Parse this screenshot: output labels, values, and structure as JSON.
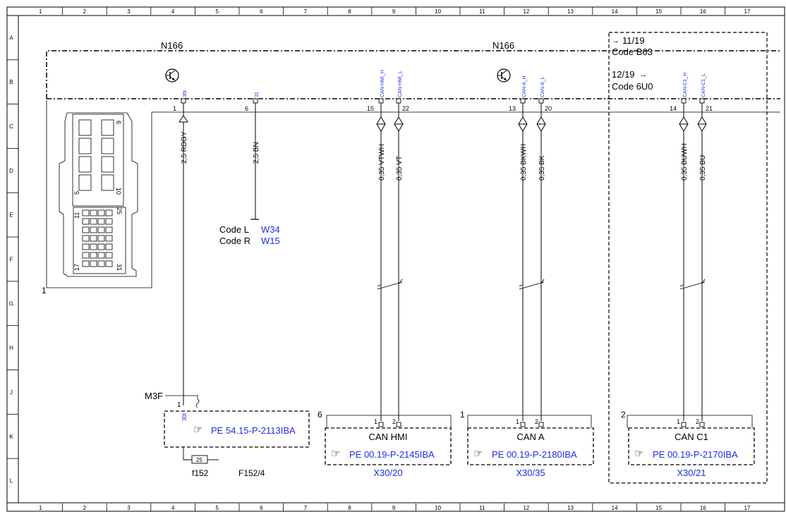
{
  "grid": {
    "columns": [
      "1",
      "2",
      "3",
      "4",
      "5",
      "6",
      "7",
      "8",
      "9",
      "10",
      "11",
      "12",
      "13",
      "14",
      "15",
      "16",
      "17"
    ],
    "rows": [
      "A",
      "B",
      "C",
      "D",
      "E",
      "F",
      "G",
      "H",
      "J",
      "K",
      "L"
    ]
  },
  "module": {
    "name_left": "N166",
    "name_right": "N166",
    "connector_ref": "1",
    "connector_marks": [
      "6",
      "10",
      "5",
      "11",
      "25",
      "17",
      "31"
    ]
  },
  "code_box": {
    "ref1": "11/19",
    "code1": "Code B63",
    "ref2": "12/19",
    "code2": "Code 6U0"
  },
  "pins": [
    {
      "pin": "1",
      "signal": "30t",
      "wire": "2,5 RDGY"
    },
    {
      "pin": "6",
      "signal": "31",
      "wire": "2,5 BN"
    },
    {
      "pin": "15",
      "signal": "CAN-HMI_H",
      "wire": "0,35 VTWH"
    },
    {
      "pin": "22",
      "signal": "CAN-HMI_L",
      "wire": "0,35 VT"
    },
    {
      "pin": "13",
      "signal": "CAN-A_H",
      "wire": "0,35 BKWH"
    },
    {
      "pin": "20",
      "signal": "CAN-A_L",
      "wire": "0,35 BK"
    },
    {
      "pin": "14",
      "signal": "CAN-C1_H",
      "wire": "0,35 BUWH"
    },
    {
      "pin": "21",
      "signal": "CAN-C1_L",
      "wire": "0,35 BU"
    }
  ],
  "ground_codes": [
    {
      "code": "Code L",
      "ref": "W34"
    },
    {
      "code": "Code R",
      "ref": "W15"
    }
  ],
  "fuse": {
    "relay": "M3F",
    "pin": "1",
    "signal": "30t",
    "pe": "PE 54.15-P-2113IBA",
    "fuse_no": "25",
    "fuse_name": "f152",
    "fuse_ref": "F152/4"
  },
  "can_boxes": [
    {
      "index": "6",
      "title": "CAN HMI",
      "pin1": "1",
      "pin2": "2",
      "pe": "PE 00.19-P-2145IBA",
      "ref": "X30/20"
    },
    {
      "index": "1",
      "title": "CAN A",
      "pin1": "1",
      "pin2": "2",
      "pe": "PE 00.19-P-2180IBA",
      "ref": "X30/35"
    },
    {
      "index": "2",
      "title": "CAN C1",
      "pin1": "1",
      "pin2": "2",
      "pe": "PE 00.19-P-2170IBA",
      "ref": "X30/21"
    }
  ],
  "colors": {
    "line": "#000000",
    "link": "#1a2ee6",
    "grid": "#000000"
  }
}
